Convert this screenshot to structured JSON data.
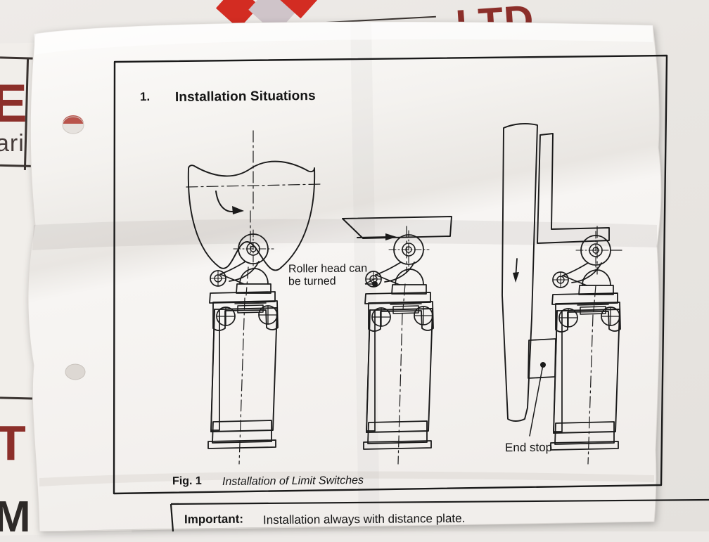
{
  "document": {
    "section_number": "1.",
    "section_title": "Installation Situations",
    "annotations": {
      "roller_head_line1": "Roller head can",
      "roller_head_line2": "be turned",
      "end_stop": "End stop"
    },
    "figure": {
      "label": "Fig. 1",
      "caption": "Installation of Limit Switches"
    },
    "important_box": {
      "label": "Important:",
      "text": "Installation always with distance plate."
    }
  },
  "background": {
    "brand_fragment_left": "E",
    "brand_fragment_left2": "ari",
    "brand_fragment_right": "LTD",
    "brand_fragment_bottom": "T",
    "brand_fragment_bottom2": "M",
    "colors": {
      "dark_red": "#8c2f2a",
      "bright_red": "#d32c22",
      "paper": "#f6f4f1",
      "ink": "#141414",
      "surface": "#ece9e6"
    }
  },
  "diagram": {
    "type": "technical-line-drawing",
    "switch_count": 3,
    "switch_labels": [
      "rotary-cam-actuation",
      "linear-bar-actuation",
      "vertical-bar-actuation"
    ],
    "features": [
      "cam-profile",
      "rotation-arrow",
      "roller-lever",
      "limit-switch-body",
      "mounting-holes",
      "base-plate",
      "end-stop-block",
      "centre-lines"
    ]
  }
}
